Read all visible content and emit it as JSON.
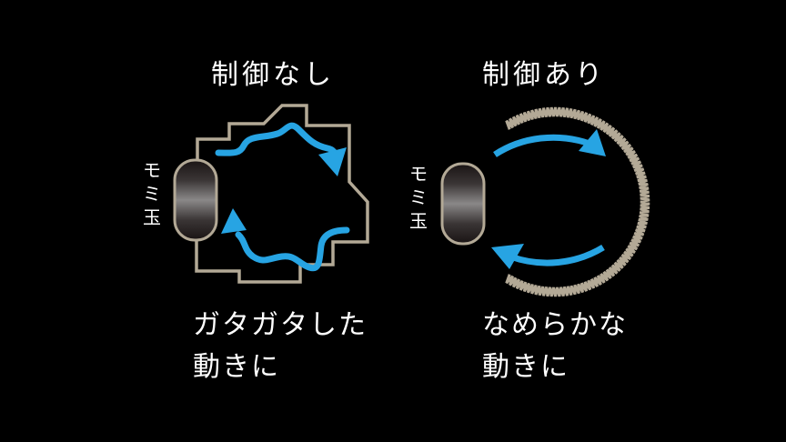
{
  "colors": {
    "background": "#000000",
    "outline": "#b3a996",
    "arrow": "#27a4e3",
    "text": "#ffffff"
  },
  "left_panel": {
    "title": "制御なし",
    "roller_label": [
      "モ",
      "ミ",
      "玉"
    ],
    "caption": "ガタガタした\n動きに",
    "path_style": "stepped-jagged"
  },
  "right_panel": {
    "title": "制御あり",
    "roller_label": [
      "モ",
      "ミ",
      "玉"
    ],
    "caption": "なめらかな\n動きに",
    "path_style": "circular-spring"
  }
}
